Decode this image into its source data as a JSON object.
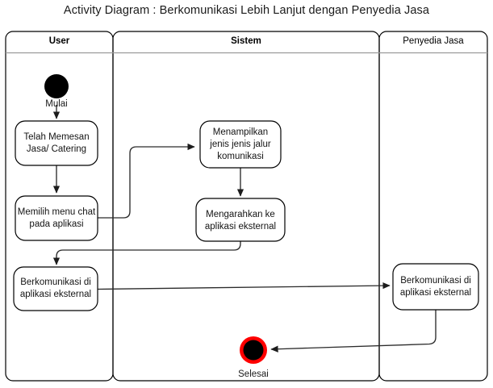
{
  "diagram": {
    "title": "Activity Diagram : Berkomunikasi Lebih Lanjut dengan Penyedia Jasa",
    "type": "uml-activity-diagram",
    "colors": {
      "stroke": "#000000",
      "connector": "#2b2b2b",
      "lane_divider": "#000000",
      "header_rule": "#9a9a9a",
      "start_node_fill": "#000000",
      "end_node_ring": "#ff0000",
      "end_node_fill": "#000000",
      "background": "#ffffff"
    },
    "lanes": [
      {
        "id": "user",
        "label": "User",
        "bold": true
      },
      {
        "id": "sistem",
        "label": "Sistem",
        "bold": true
      },
      {
        "id": "penyedia",
        "label": "Penyedia Jasa",
        "bold": false
      }
    ],
    "nodes": [
      {
        "id": "start",
        "kind": "initial-node",
        "lane": "user",
        "label": "Mulai"
      },
      {
        "id": "act-pesan",
        "kind": "activity",
        "lane": "user",
        "label": "Telah Memesan\nJasa/ Catering"
      },
      {
        "id": "act-menu-chat",
        "kind": "activity",
        "lane": "user",
        "label": "Memilih menu chat\npada aplikasi"
      },
      {
        "id": "act-tampil-jalur",
        "kind": "activity",
        "lane": "sistem",
        "label": "Menampilkan\njenis jenis jalur\nkomunikasi"
      },
      {
        "id": "act-arahkan",
        "kind": "activity",
        "lane": "sistem",
        "label": "Mengarahkan ke\naplikasi eksternal"
      },
      {
        "id": "act-komunikasi-user",
        "kind": "activity",
        "lane": "user",
        "label": "Berkomunikasi di\naplikasi eksternal"
      },
      {
        "id": "act-komunikasi-penyedia",
        "kind": "activity",
        "lane": "penyedia",
        "label": "Berkomunikasi di\naplikasi eksternal"
      },
      {
        "id": "end",
        "kind": "final-node",
        "lane": "sistem",
        "label": "Selesai"
      }
    ],
    "edges": [
      {
        "from": "start",
        "to": "act-pesan"
      },
      {
        "from": "act-pesan",
        "to": "act-menu-chat"
      },
      {
        "from": "act-menu-chat",
        "to": "act-tampil-jalur"
      },
      {
        "from": "act-tampil-jalur",
        "to": "act-arahkan"
      },
      {
        "from": "act-arahkan",
        "to": "act-komunikasi-user"
      },
      {
        "from": "act-komunikasi-user",
        "to": "act-komunikasi-penyedia"
      },
      {
        "from": "act-komunikasi-penyedia",
        "to": "end"
      }
    ]
  }
}
